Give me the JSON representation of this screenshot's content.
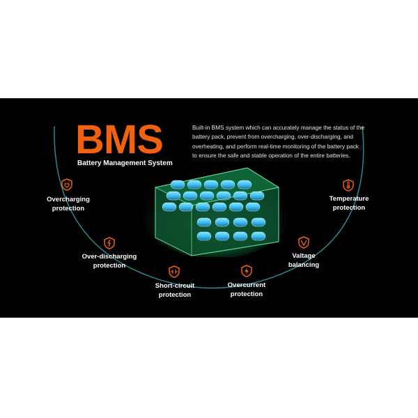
{
  "header": {
    "title": "BMS",
    "subtitle": "Battery Management System",
    "description": "Built-in BMS system which can accurately manage the status of the battery pack, prevent from overcharging, over-discharging, and overheating, and perform real-time monitoring of the battery pack to ensure the safe and stable operation of the entire batteries."
  },
  "colors": {
    "accent": "#f0620f",
    "background": "#000000",
    "arc": "#2fa9b3",
    "cell": "#3fc1ef",
    "glow": "#1fd27a"
  },
  "features": [
    {
      "icon": "shield-plug-icon",
      "line1": "Overcharging",
      "line2": "protection"
    },
    {
      "icon": "shield-bolt-icon",
      "line1": "Over-discharging",
      "line2": "protection"
    },
    {
      "icon": "circuit-icon",
      "line1": "Short-circuit",
      "line2": "protection"
    },
    {
      "icon": "lightning-icon",
      "line1": "Overcurrent",
      "line2": "protection"
    },
    {
      "icon": "voltage-icon",
      "line1": "Valtage",
      "line2": "balancing"
    },
    {
      "icon": "thermometer-icon",
      "line1": "Temperature",
      "line2": "protection"
    }
  ]
}
